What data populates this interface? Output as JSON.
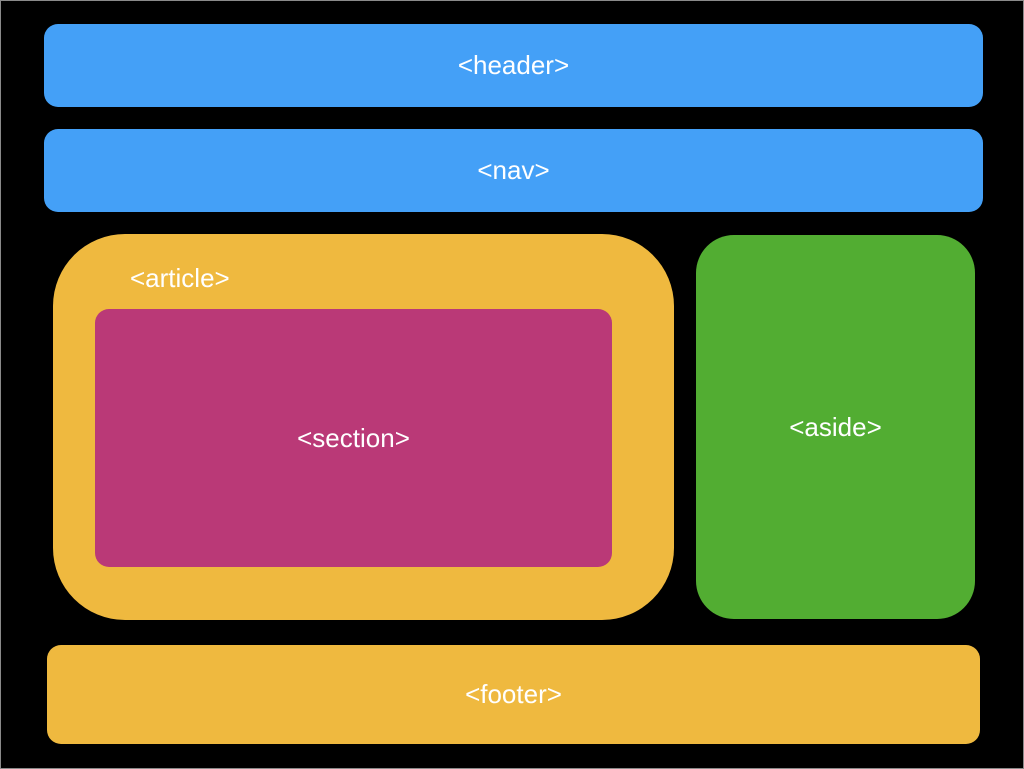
{
  "colors": {
    "background": "#000000",
    "header": "#44a0f7",
    "nav": "#44a0f7",
    "article": "#efb93f",
    "section": "#ba3977",
    "aside": "#52ad32",
    "footer": "#efb93f",
    "text": "#ffffff"
  },
  "blocks": {
    "header": {
      "label": "<header>"
    },
    "nav": {
      "label": "<nav>"
    },
    "article": {
      "label": "<article>"
    },
    "section": {
      "label": "<section>"
    },
    "aside": {
      "label": "<aside>"
    },
    "footer": {
      "label": "<footer>"
    }
  }
}
